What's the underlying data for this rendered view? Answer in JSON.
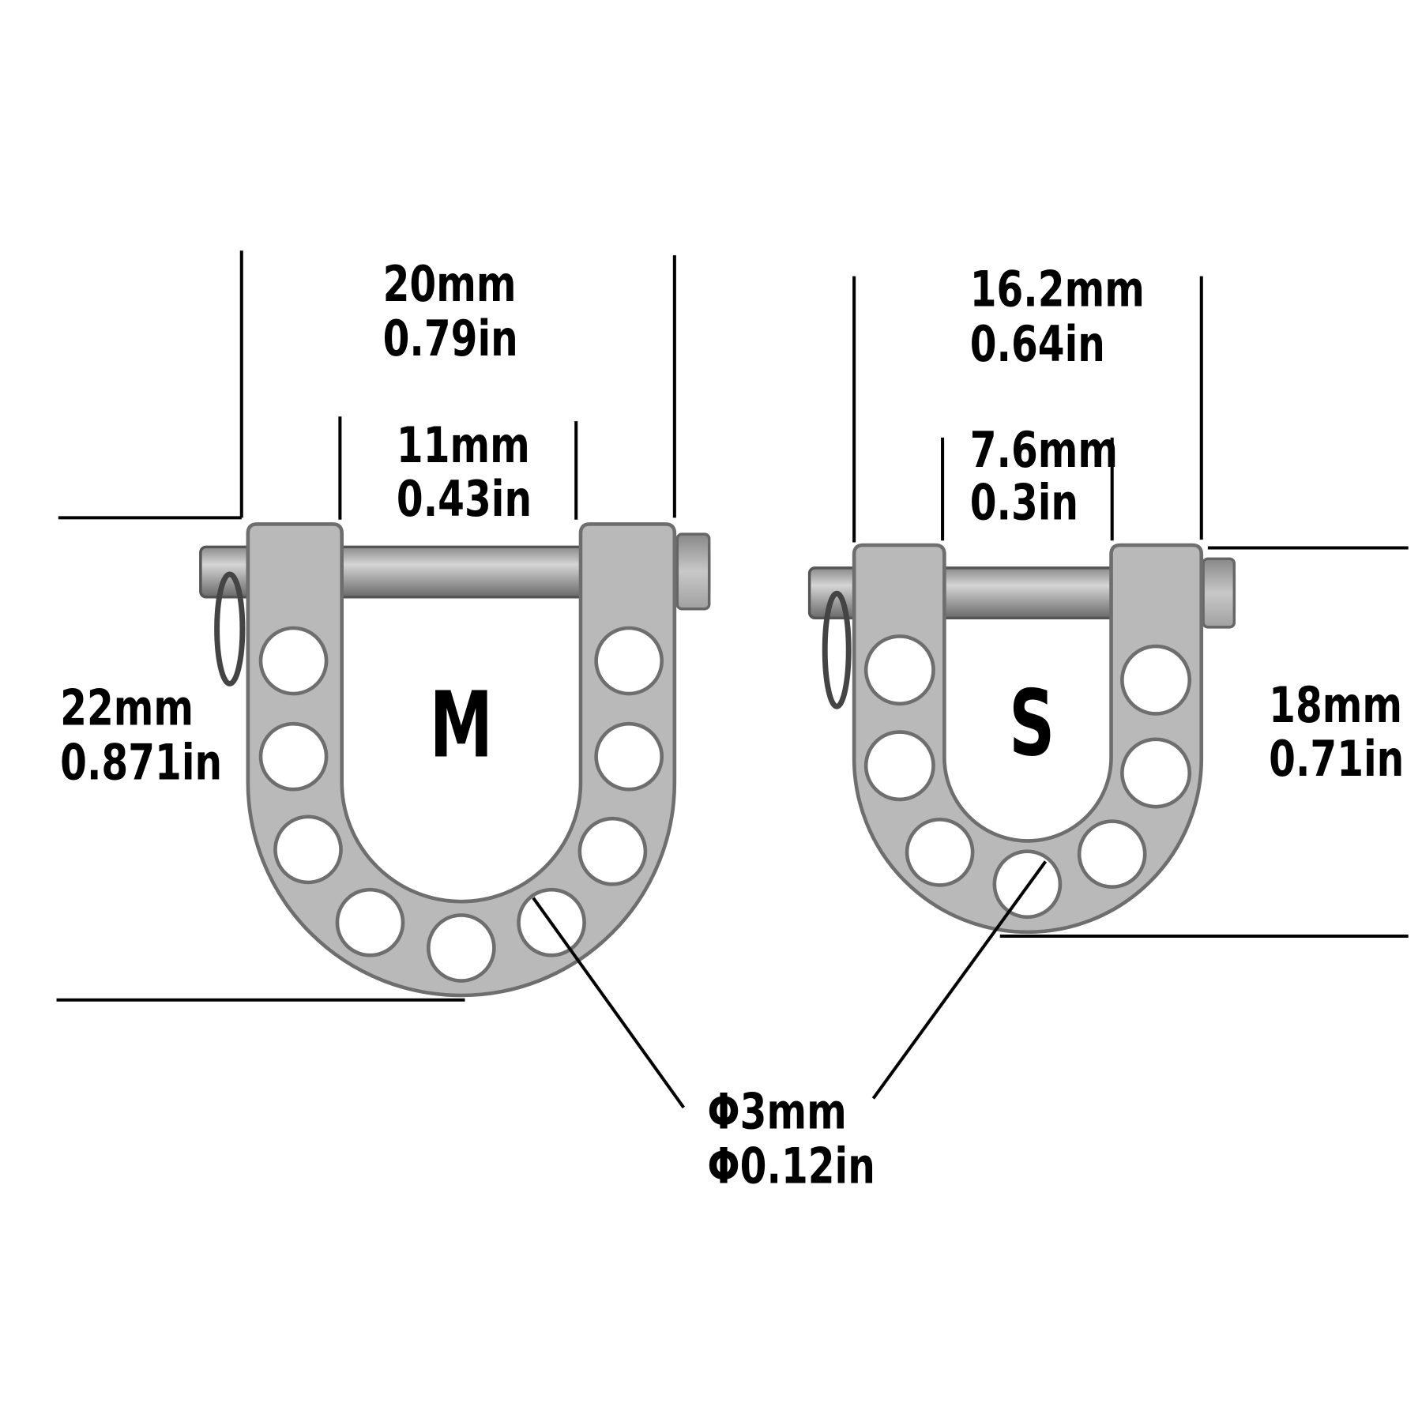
{
  "colors": {
    "metal": "#b9b9b9",
    "outline": "#6e6e6e",
    "text": "#000000",
    "background": "#ffffff"
  },
  "shackle_m": {
    "size_label": "M",
    "outer_width": {
      "mm": "20mm",
      "in": "0.79in"
    },
    "inner_width": {
      "mm": "11mm",
      "in": "0.43in"
    },
    "height": {
      "mm": "22mm",
      "in": "0.871in"
    }
  },
  "shackle_s": {
    "size_label": "S",
    "outer_width": {
      "mm": "16.2mm",
      "in": "0.64in"
    },
    "inner_width": {
      "mm": "7.6mm",
      "in": "0.3in"
    },
    "height": {
      "mm": "18mm",
      "in": "0.71in"
    }
  },
  "hole_diameter": {
    "mm": "Φ3mm",
    "in": "Φ0.12in"
  }
}
